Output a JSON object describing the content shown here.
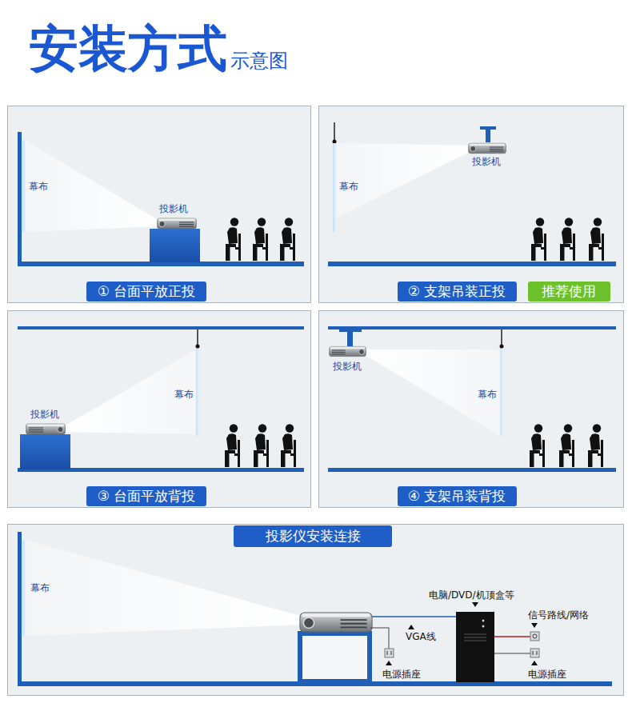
{
  "diagram": {
    "title": "安装方式",
    "nodes": [
      {
        "text": [
          "① 台面平放正投"
        ]
      },
      {
        "text": [
          "② 支架吊装正投"
        ]
      },
      {
        "text": [
          "推荐使用"
        ]
      },
      {
        "text": [
          "③ 台面平放背投"
        ]
      },
      {
        "text": [
          "④ 支架吊装背投"
        ]
      },
      {
        "text": [
          "投影仪安装连接"
        ]
      }
    ],
    "labels": [
      "示意图",
      "幕布",
      "投影机",
      "投影机",
      "幕布",
      "投影机",
      "幕布",
      "投影机",
      "幕布",
      "幕布",
      "电脑/DVD/机顶盒等",
      "信号路线/网络",
      "VGA线",
      "电源插座",
      "电源插座"
    ]
  }
}
